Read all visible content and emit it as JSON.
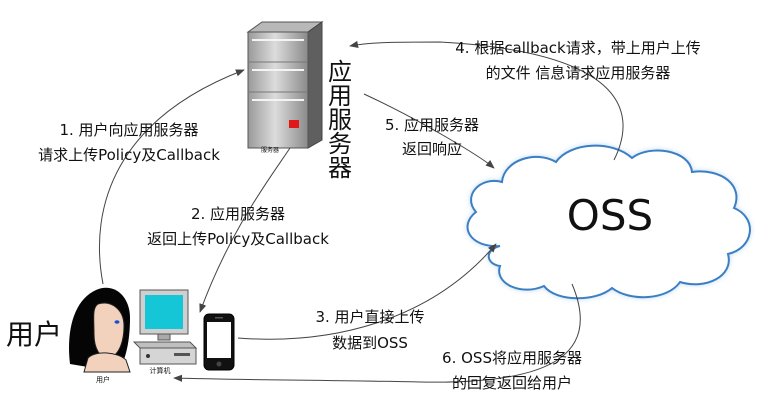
{
  "colors": {
    "server_light": "#d2d2d2",
    "server_dark": "#6e6e6e",
    "server_led": "#e01818",
    "cloud_fill": "#ffffff",
    "cloud_stroke": "#3a7fc4",
    "cloud_shadow": "#9ec3e6",
    "monitor_screen": "#14c6d6",
    "line": "#444444"
  },
  "server": {
    "caption": "服务器",
    "label_chars": [
      "应",
      "用",
      "服",
      "务",
      "器"
    ]
  },
  "cloud": {
    "label": "OSS"
  },
  "user": {
    "label": "用户",
    "caption": "用户",
    "icon": "user-avatar-icon"
  },
  "computer": {
    "caption": "计算机",
    "icon": "desktop-computer-icon"
  },
  "phone": {
    "icon": "smartphone-icon"
  },
  "steps": [
    {
      "id": 1,
      "lines": [
        "1. 用户向应用服务器",
        "请求上传Policy及Callback"
      ]
    },
    {
      "id": 2,
      "lines": [
        "2. 应用服务器",
        "返回上传Policy及Callback"
      ]
    },
    {
      "id": 3,
      "lines": [
        "3. 用户直接上传",
        "数据到OSS"
      ]
    },
    {
      "id": 4,
      "lines": [
        "4. 根据callback请求，带上用户上传",
        "的文件 信息请求应用服务器"
      ]
    },
    {
      "id": 5,
      "lines": [
        "5. 应用服务器",
        "返回响应"
      ]
    },
    {
      "id": 6,
      "lines": [
        "6. OSS将应用服务器",
        "的回复返回给用户"
      ]
    }
  ]
}
